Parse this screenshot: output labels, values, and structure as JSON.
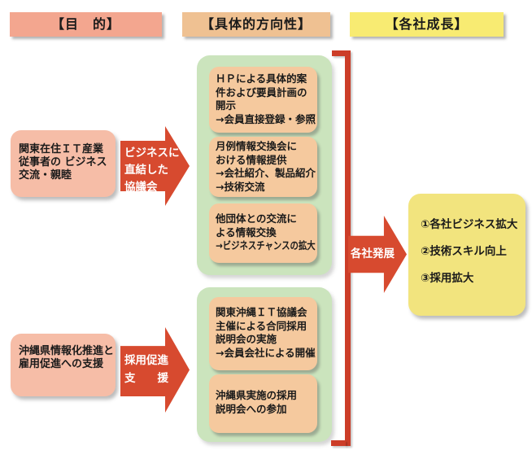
{
  "headers": {
    "purpose": "【目　的】",
    "direction": "【具体的方向性】",
    "growth": "【各社成長】"
  },
  "purpose_boxes": [
    {
      "lines": [
        "関東在住ＩＴ産業",
        "従事者の ビジネス",
        "交流・親睦"
      ]
    },
    {
      "lines": [
        "沖縄県情報化推進と",
        "雇用促進への支援"
      ]
    }
  ],
  "arrows": [
    {
      "name": "business-council",
      "lines": [
        "ビジネスに",
        "直結した",
        "協議会"
      ]
    },
    {
      "name": "recruit-support",
      "lines": [
        "採用促進",
        "支　　援"
      ]
    },
    {
      "name": "company-growth",
      "lines": [
        "各社発展"
      ]
    }
  ],
  "direction_groups": [
    {
      "boxes": [
        {
          "lines": [
            "ＨＰによる具体的案",
            "件および要員計画の",
            "開示",
            "→会員直接登録・参照"
          ]
        },
        {
          "lines": [
            "月例情報交換会に",
            "おける情報提供",
            "→会社紹介、製品紹介",
            "→技術交流"
          ]
        },
        {
          "lines": [
            "他団体との交流に",
            "よる情報交換",
            "→ビジネスチャンスの拡大"
          ]
        }
      ]
    },
    {
      "boxes": [
        {
          "lines": [
            "関東沖縄ＩＴ協議会",
            "主催による合同採用",
            "説明会の実施",
            "→会員会社による開催"
          ]
        },
        {
          "lines": [
            "沖縄県実施の採用",
            "説明会への参加"
          ]
        }
      ]
    }
  ],
  "growth_box": {
    "lines": [
      "①各社ビジネス拡大",
      "②技術スキル向上",
      "③採用拡大"
    ]
  },
  "colors": {
    "header_purpose": "#f3a68f",
    "header_direction": "#efc192",
    "header_growth": "#f8eb72",
    "purpose_box": "#f6bda7",
    "direction_panel": "#cbe4bd",
    "direction_box": "#f5c99e",
    "arrow_red": "#d74a2f",
    "bracket_red": "#cc3d28",
    "growth_box": "#f2e47e",
    "text": "#1a1a1a",
    "arrow_text": "#ffffff"
  }
}
